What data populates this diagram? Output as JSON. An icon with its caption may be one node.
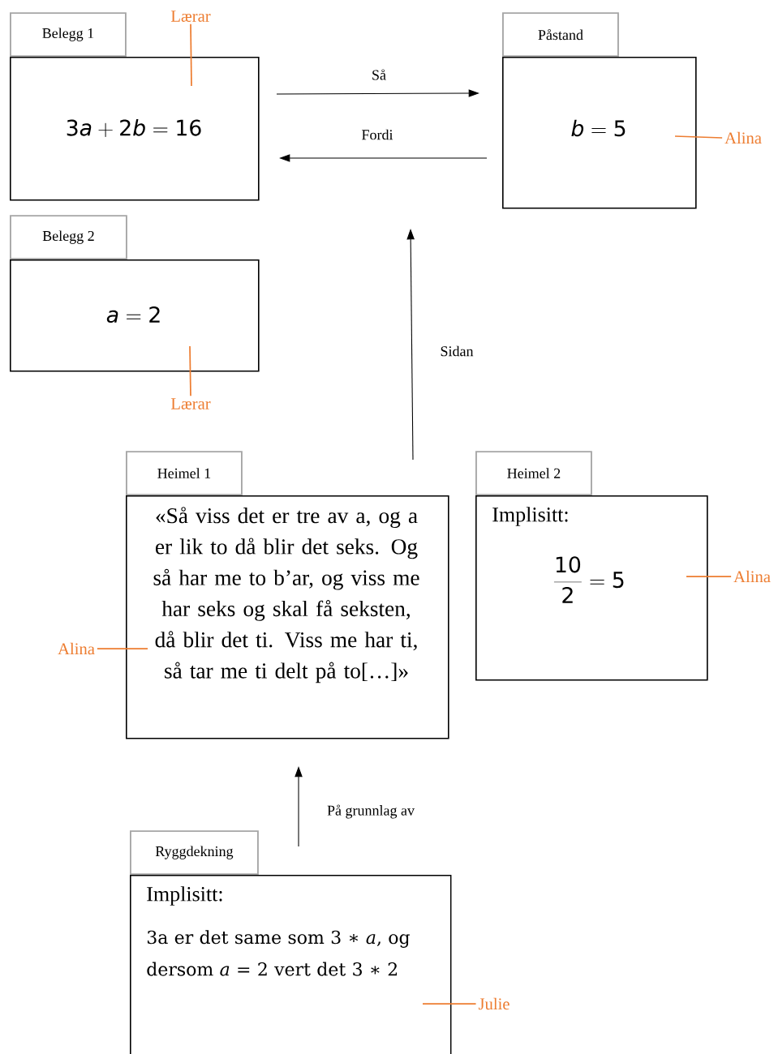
{
  "diagram": {
    "nodes": [
      {
        "text": [
          "Belegg 1",
          "3a + 2b = 16"
        ]
      },
      {
        "text": [
          "Lærar"
        ]
      },
      {
        "text": [
          "Påstand",
          "b = 5"
        ]
      },
      {
        "text": [
          "Alina"
        ]
      },
      {
        "text": [
          "Belegg 2",
          "a = 2"
        ]
      },
      {
        "text": [
          "Lærar"
        ]
      },
      {
        "text": [
          "Heimel 1",
          "«Så viss det er tre av a, og a er lik to då blir det seks. Og så har me to b’ar, og viss me har seks og skal få seksten, då blir det ti. Viss me har ti, så tar me ti delt på to[…]»"
        ]
      },
      {
        "text": [
          "Alina"
        ]
      },
      {
        "text": [
          "Heimel 2",
          "Implisitt:",
          "\\frac{10}{2} = 5"
        ]
      },
      {
        "text": [
          "Alina"
        ]
      },
      {
        "text": [
          "Ryggdekning",
          "Implisitt:",
          "3a er det same som 3 ∗ *a*, og dersom *a* = 2 vert det 3 ∗ 2"
        ]
      },
      {
        "text": [
          "Julie"
        ]
      }
    ],
    "edges": [
      {
        "from": 0,
        "to": 2,
        "arrow": "to",
        "label": "Så",
        "color": "#000000"
      },
      {
        "from": 2,
        "to": 0,
        "arrow": "to",
        "label": "Fordi",
        "color": "#000000"
      },
      {
        "from": 6,
        "to": null,
        "arrow": "to",
        "label": "Sidan",
        "color": "#000000"
      },
      {
        "from": 10,
        "to": 6,
        "arrow": "to",
        "label": "På grunnlag av",
        "color": "#000000"
      },
      {
        "from": 1,
        "to": 0,
        "arrow": "none",
        "color": "#ed7d31"
      },
      {
        "from": 3,
        "to": 2,
        "arrow": "none",
        "color": "#ed7d31"
      },
      {
        "from": 5,
        "to": 4,
        "arrow": "none",
        "color": "#ed7d31"
      },
      {
        "from": 7,
        "to": 6,
        "arrow": "none",
        "color": "#ed7d31"
      },
      {
        "from": 9,
        "to": 8,
        "arrow": "none",
        "color": "#ed7d31"
      },
      {
        "from": 11,
        "to": 10,
        "arrow": "none",
        "color": "#ed7d31"
      }
    ]
  }
}
